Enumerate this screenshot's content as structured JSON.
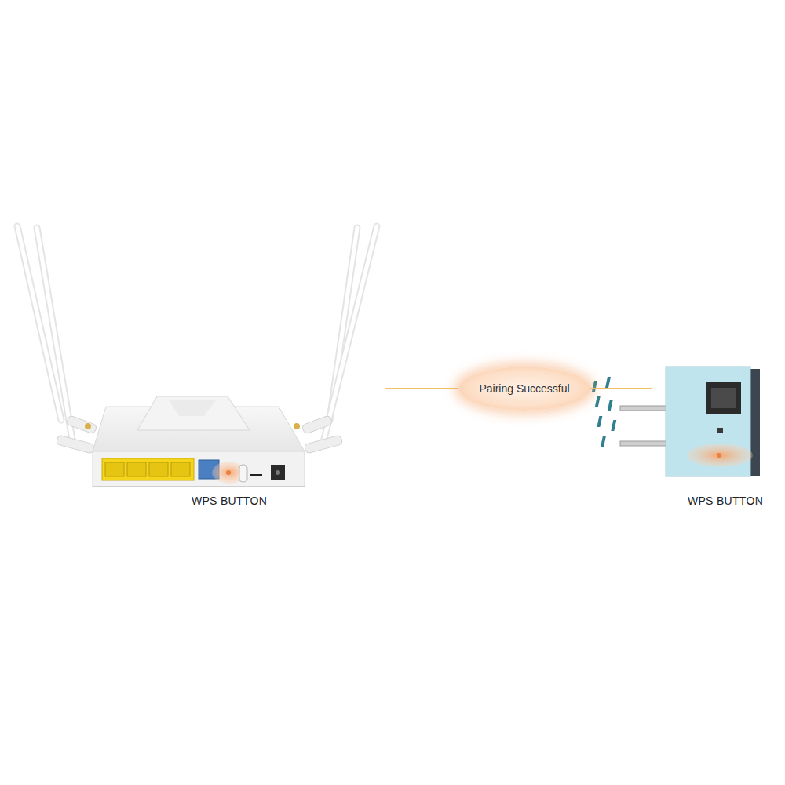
{
  "diagram": {
    "nodes": [
      {
        "text": [
          "WPS BUTTON"
        ]
      },
      {
        "text": [
          "Pairing Successful"
        ]
      },
      {
        "text": [
          "WPS BUTTON"
        ]
      }
    ],
    "edges": [
      {
        "from": 0,
        "to": 1,
        "arrow": "none"
      },
      {
        "from": 1,
        "to": 2,
        "arrow": "none"
      }
    ]
  }
}
